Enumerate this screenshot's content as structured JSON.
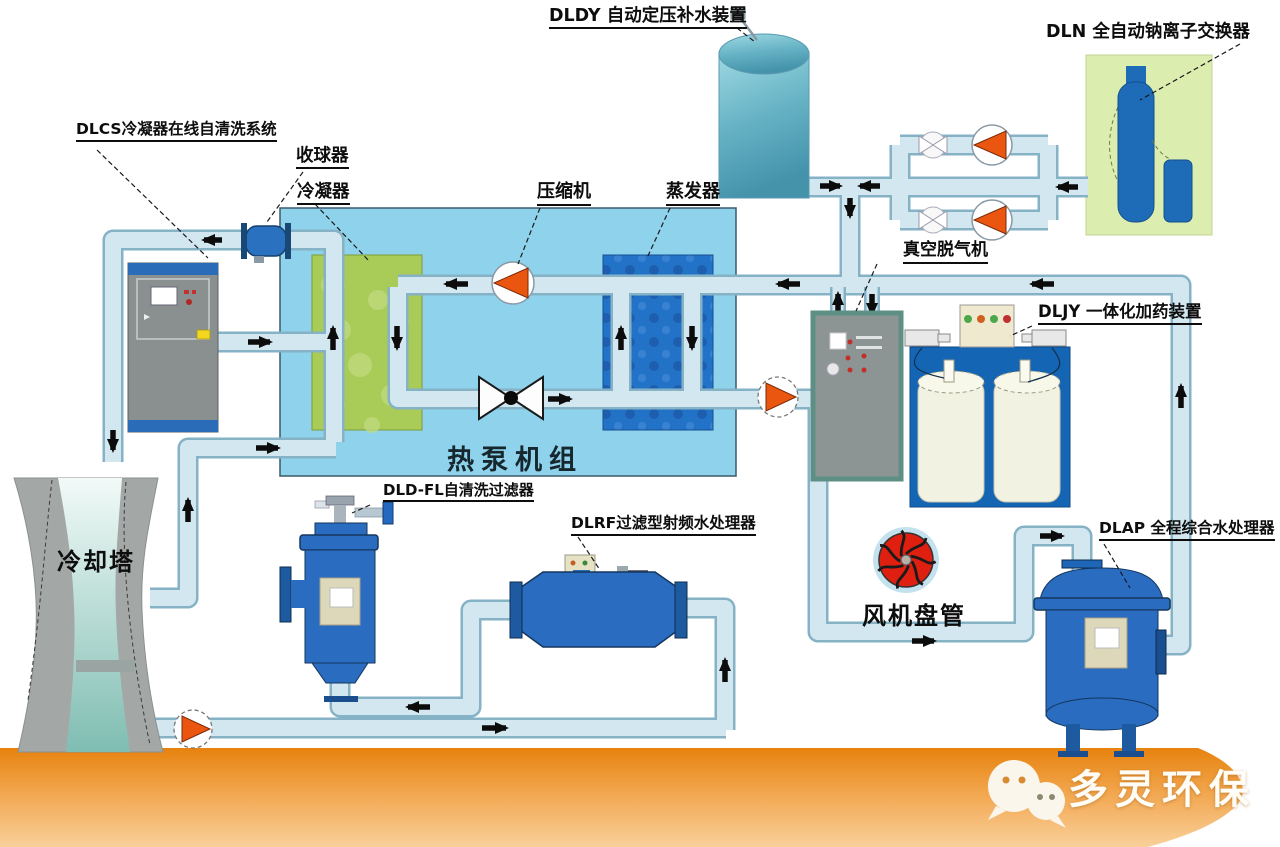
{
  "diagram": {
    "equipment_labels": {
      "dldy": "DLDY 自动定压补水装置",
      "dln": "DLN 全自动钠离子交换器",
      "dlcs": "DLCS冷凝器在线自清洗系统",
      "ball_collector": "收球器",
      "condenser": "冷凝器",
      "compressor": "压缩机",
      "evaporator": "蒸发器",
      "vacuum_degasser": "真空脱气机",
      "dljy": "DLJY 一体化加药装置",
      "heat_pump_unit": "热泵机组",
      "dld_fl": "DLD-FL自清洗过滤器",
      "dlrf": "DLRF过滤型射频水处理器",
      "cooling_tower": "冷却塔",
      "fan_coil": "风机盘管",
      "dlap": "DLAP 全程综合水处理器"
    },
    "watermark": {
      "brand": "多灵环保",
      "icon": "wechat-logo"
    },
    "icons": {
      "pump": "orange-triangle-in-circle",
      "valve": "white-bowtie",
      "expansion_valve": "bowtie-with-dot",
      "fan": "red-impeller"
    },
    "colors": {
      "pipe_fill": "#d3e7f0",
      "pipe_edge": "#86b2c6",
      "unit_box": "#8ed2ec",
      "condenser_green": "#a9cb58",
      "evaporator_blue": "#2273c8",
      "pump_orange": "#ea560f",
      "vessel_blue": "#2a6cc0",
      "ground_orange": "#ee8511",
      "tank_teal": "#68b4c6",
      "dln_box": "#dcedb0",
      "fan_red": "#df1f10"
    }
  }
}
